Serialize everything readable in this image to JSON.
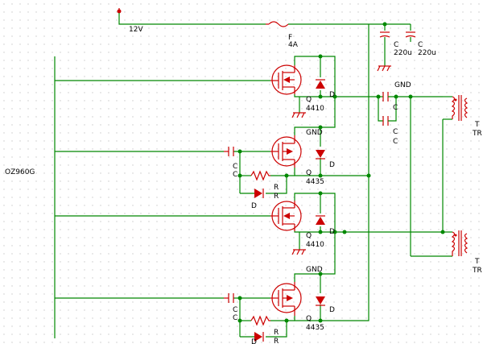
{
  "net_labels": {
    "supply": "12V",
    "ground_top": "GND",
    "ground_q2": "GND",
    "ground_q4": "GND",
    "controller": "OZ960G"
  },
  "fuse": {
    "ref": "F",
    "value": "4A"
  },
  "caps": {
    "bulk1_ref": "C",
    "bulk1_val": "220u",
    "bulk2_ref": "C",
    "bulk2_val": "220u",
    "couple1": "C",
    "couple2": "C",
    "couple3": "C",
    "q2_c_a": "C",
    "q2_c_b": "C",
    "q4_c_a": "C",
    "q4_c_b": "C"
  },
  "mosfets": [
    {
      "ref": "Q",
      "part": "4410"
    },
    {
      "ref": "Q",
      "part": "4435"
    },
    {
      "ref": "Q",
      "part": "4410"
    },
    {
      "ref": "Q",
      "part": "4435"
    }
  ],
  "diodes": {
    "body1": "D",
    "body2": "D",
    "body3": "D",
    "body4": "D",
    "gate2": "D",
    "gate4": "D"
  },
  "resistors": {
    "q2_r1": "R",
    "q2_r2": "R",
    "q4_r1": "R",
    "q4_r2": "R"
  },
  "transformers": {
    "t1_a": "T",
    "t1_b": "TR",
    "t2_a": "T",
    "t2_b": "TR"
  }
}
